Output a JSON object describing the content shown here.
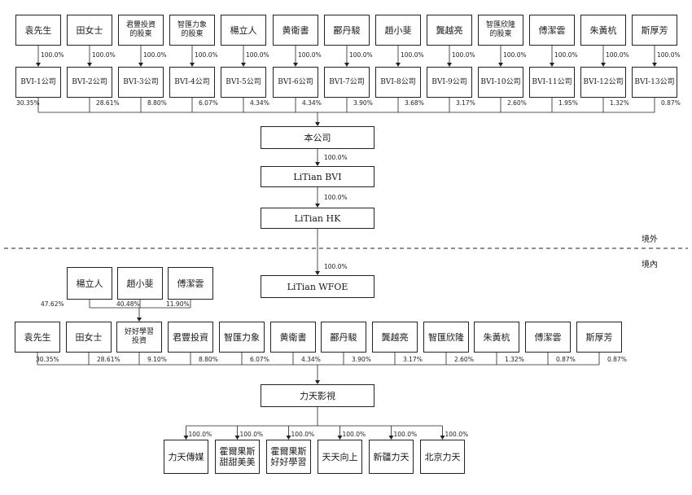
{
  "top_shareholders": [
    {
      "name": "袁先生",
      "own_pct": "100.0%",
      "bvi": "BVI-1公司",
      "bvi_pct": "30.35%"
    },
    {
      "name": "田女士",
      "own_pct": "100.0%",
      "bvi": "BVI-2公司",
      "bvi_pct": "28.61%"
    },
    {
      "name": "君豐投資\n的股東",
      "own_pct": "100.0%",
      "bvi": "BVI-3公司",
      "bvi_pct": "8.80%"
    },
    {
      "name": "智匯力象\n的股東",
      "own_pct": "100.0%",
      "bvi": "BVI-4公司",
      "bvi_pct": "6.07%"
    },
    {
      "name": "楊立人",
      "own_pct": "100.0%",
      "bvi": "BVI-5公司",
      "bvi_pct": "4.34%"
    },
    {
      "name": "黄衛書",
      "own_pct": "100.0%",
      "bvi": "BVI-6公司",
      "bvi_pct": "4.34%"
    },
    {
      "name": "酈丹駿",
      "own_pct": "100.0%",
      "bvi": "BVI-7公司",
      "bvi_pct": "3.90%"
    },
    {
      "name": "趙小斐",
      "own_pct": "100.0%",
      "bvi": "BVI-8公司",
      "bvi_pct": "3.68%"
    },
    {
      "name": "龔越亮",
      "own_pct": "100.0%",
      "bvi": "BVI-9公司",
      "bvi_pct": "3.17%"
    },
    {
      "name": "智匯欣隆\n的股東",
      "own_pct": "100.0%",
      "bvi": "BVI-10公司",
      "bvi_pct": "2.60%"
    },
    {
      "name": "傅潔雲",
      "own_pct": "100.0%",
      "bvi": "BVI-11公司",
      "bvi_pct": "1.95%"
    },
    {
      "name": "朱黃杭",
      "own_pct": "100.0%",
      "bvi": "BVI-12公司",
      "bvi_pct": "1.32%"
    },
    {
      "name": "斯厚芳",
      "own_pct": "100.0%",
      "bvi": "BVI-13公司",
      "bvi_pct": "0.87%"
    }
  ],
  "chain": [
    {
      "label": "本公司",
      "pct_below": "100.0%"
    },
    {
      "label": "LiTian BVI",
      "pct_below": "100.0%"
    },
    {
      "label": "LiTian HK",
      "pct_below": "100.0%"
    },
    {
      "label": "LiTian WFOE"
    }
  ],
  "regions": {
    "offshore": "境外",
    "onshore": "境內"
  },
  "haohao_holders": [
    {
      "name": "楊立人",
      "pct": "47.62%"
    },
    {
      "name": "趙小斐",
      "pct": "40.48%"
    },
    {
      "name": "傅潔雲",
      "pct": "11.90%"
    }
  ],
  "domestic_holders": [
    {
      "name": "袁先生",
      "pct": "30.35%"
    },
    {
      "name": "田女士",
      "pct": "28.61%"
    },
    {
      "name": "好好學習\n投資",
      "pct": "9.10%"
    },
    {
      "name": "君豐投資",
      "pct": "8.80%"
    },
    {
      "name": "智匯力象",
      "pct": "6.07%"
    },
    {
      "name": "黄衛書",
      "pct": "4.34%"
    },
    {
      "name": "酈丹駿",
      "pct": "3.90%"
    },
    {
      "name": "龔越亮",
      "pct": "3.17%"
    },
    {
      "name": "智匯欣隆",
      "pct": "2.60%"
    },
    {
      "name": "朱黃杭",
      "pct": "1.32%"
    },
    {
      "name": "傅潔雲",
      "pct": "0.87%"
    },
    {
      "name": "斯厚芳",
      "pct": "0.87%"
    }
  ],
  "opco": {
    "label": "力天影視"
  },
  "subsidiaries": [
    {
      "name": "力天傳媒",
      "pct": "100.0%"
    },
    {
      "name": "霍爾果斯\n甜甜美美",
      "pct": "100.0%"
    },
    {
      "name": "霍爾果斯\n好好學習",
      "pct": "100.0%"
    },
    {
      "name": "天天向上",
      "pct": "100.0%"
    },
    {
      "name": "新疆力天",
      "pct": "100.0%"
    },
    {
      "name": "北京力天",
      "pct": "100.0%"
    }
  ]
}
